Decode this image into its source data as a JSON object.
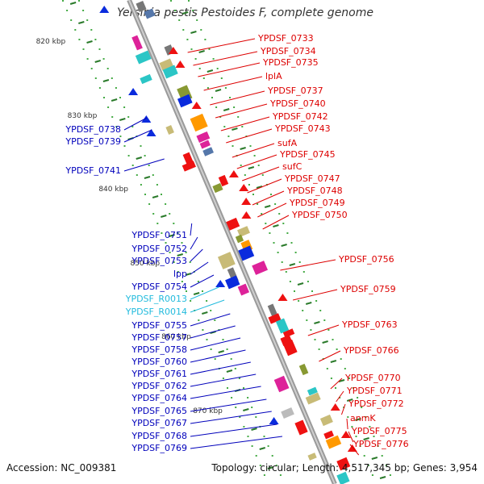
{
  "title": "Yersinia pestis Pestoides F, complete genome",
  "accession": "Accession: NC_009381",
  "summary": "Topology: circular; Length: 4,517,345 bp; Genes: 3,954",
  "colors": {
    "backbone": "#9a9a9a",
    "right_label": "#dd0000",
    "left_label": "#0000bb",
    "rna_label": "#22bbdd",
    "tick": "#2a7a2a",
    "dot": "#44aa44"
  },
  "scale_ticks": [
    {
      "id": "820",
      "label": "820 kbp"
    },
    {
      "id": "830",
      "label": "830 kbp"
    },
    {
      "id": "840",
      "label": "840 kbp"
    },
    {
      "id": "850",
      "label": "850 kbp"
    },
    {
      "id": "860",
      "label": "860 kbp"
    },
    {
      "id": "870",
      "label": "870 kbp"
    }
  ],
  "right_genes": [
    "YPDSF_0733",
    "YPDSF_0734",
    "YPDSF_0735",
    "lplA",
    "YPDSF_0737",
    "YPDSF_0740",
    "YPDSF_0742",
    "YPDSF_0743",
    "sufA",
    "YPDSF_0745",
    "sufC",
    "YPDSF_0747",
    "YPDSF_0748",
    "YPDSF_0749",
    "YPDSF_0750",
    "YPDSF_0756",
    "YPDSF_0759",
    "YPDSF_0763",
    "YPDSF_0766",
    "YPDSF_0770",
    "YPDSF_0771",
    "YPDSF_0772",
    "anmK",
    "YPDSF_0775",
    "YPDSF_0776"
  ],
  "left_genes": [
    "YPDSF_0738",
    "YPDSF_0739",
    "YPDSF_0741",
    "YPDSF_0751",
    "YPDSF_0752",
    "YPDSF_0753",
    "lpp",
    "YPDSF_0754",
    "YPDSF_R0013",
    "YPDSF_R0014",
    "YPDSF_0755",
    "YPDSF_0757",
    "YPDSF_0758",
    "YPDSF_0760",
    "YPDSF_0761",
    "YPDSF_0762",
    "YPDSF_0764",
    "YPDSF_0765",
    "YPDSF_0767",
    "YPDSF_0768",
    "YPDSF_0769"
  ]
}
